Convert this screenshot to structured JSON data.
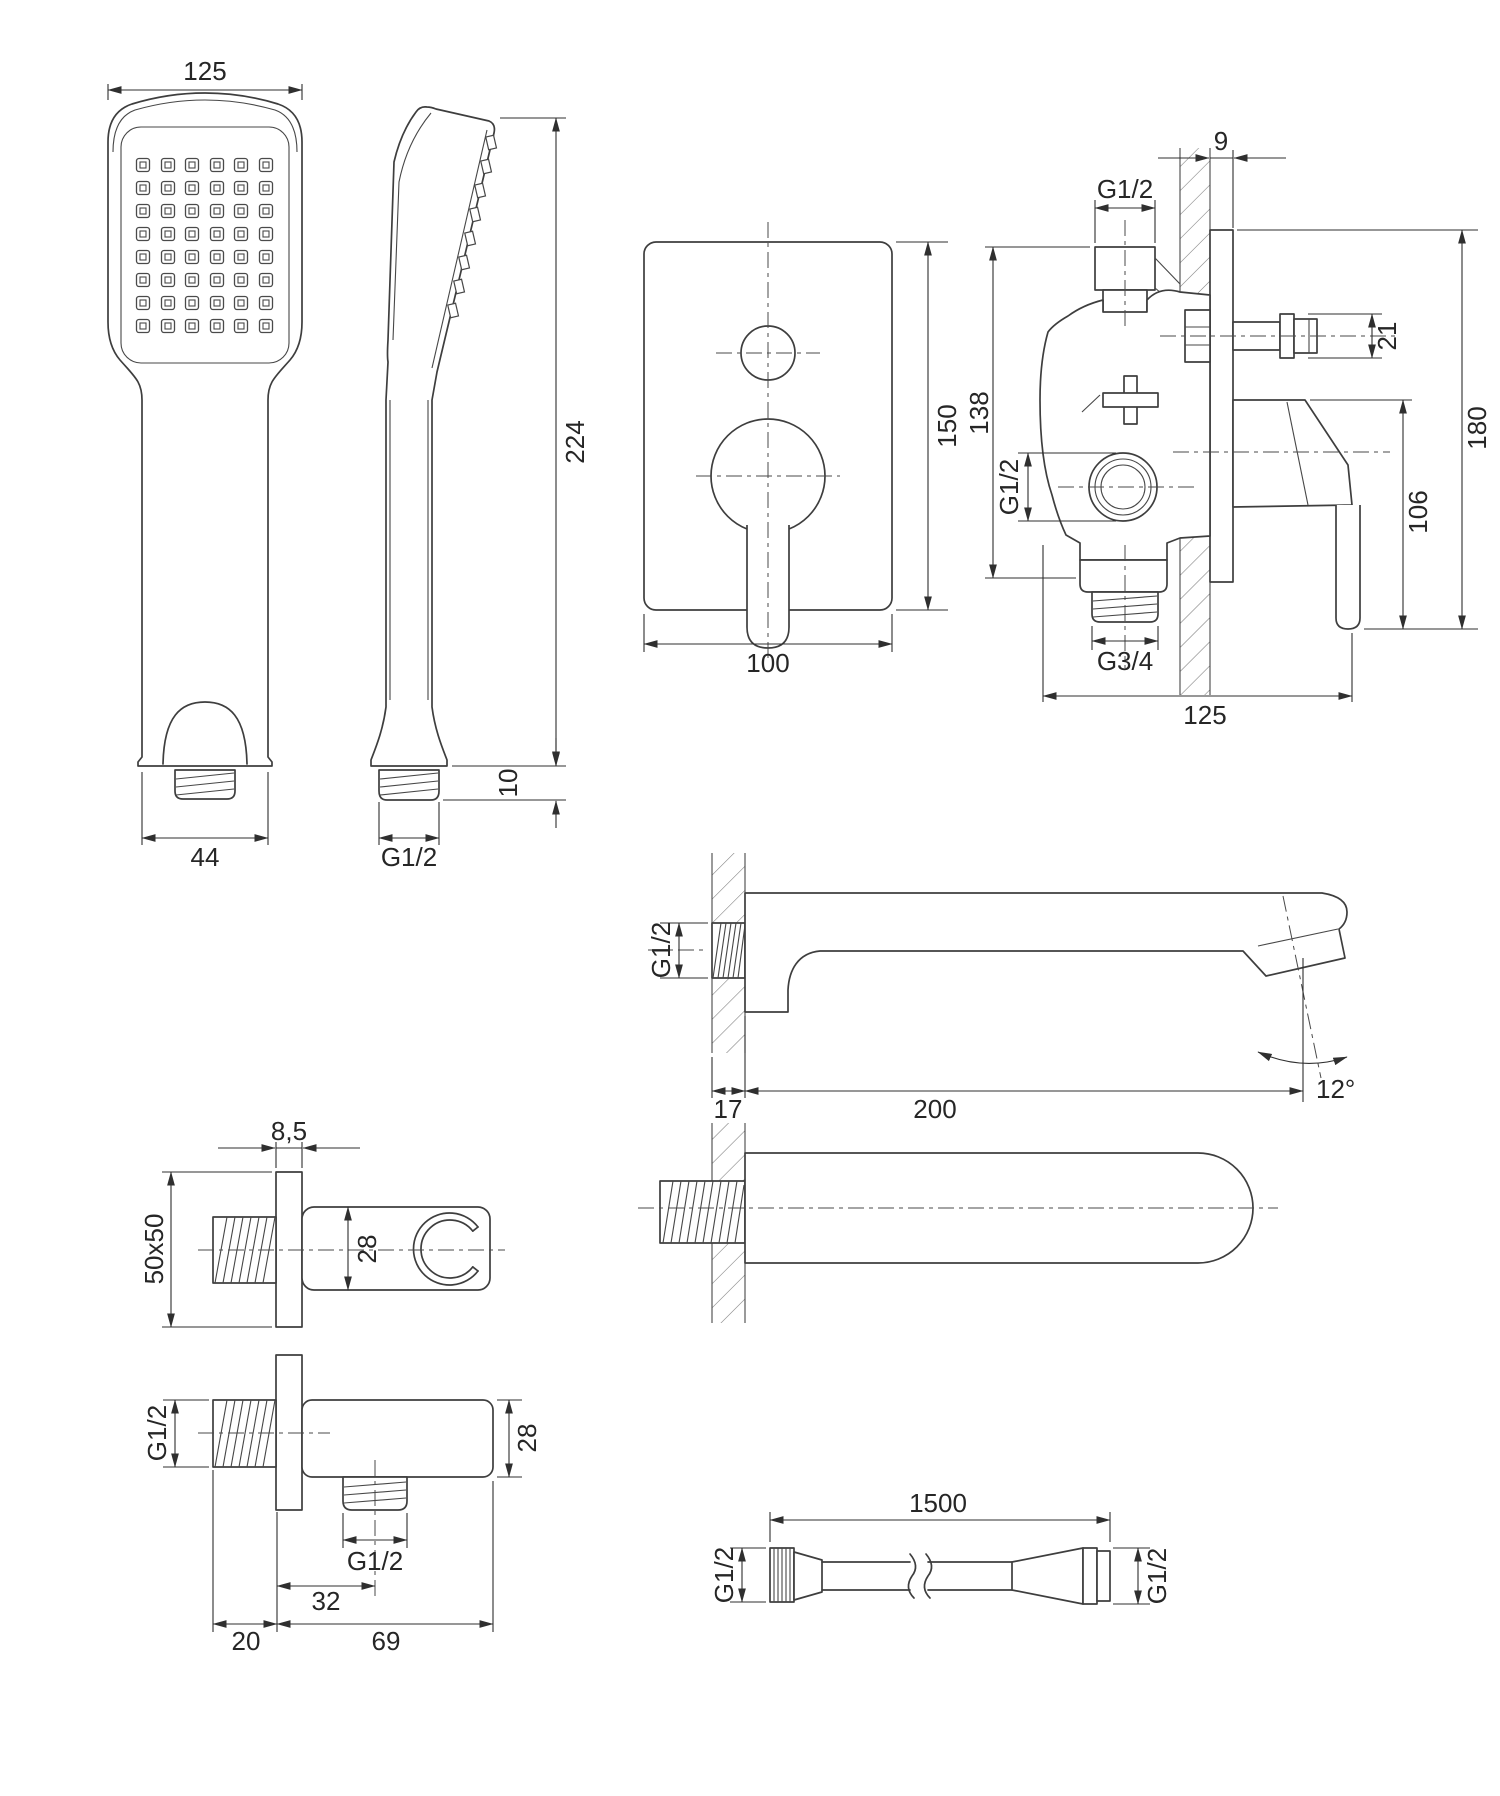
{
  "drawing": {
    "type": "technical-dimension-drawing",
    "subject": "bath-shower mixer set: hand shower, concealed mixer, wall spout, shower holder, wall elbow, shower hose",
    "colors": {
      "background": "#ffffff",
      "line": "#3e3e3e",
      "text": "#262626"
    },
    "views": {
      "hand_shower_front": {
        "dims": {
          "head_width": "125",
          "handle_width": "44"
        }
      },
      "hand_shower_side": {
        "dims": {
          "total_height": "224",
          "thread_height": "10",
          "thread": "G1/2"
        }
      },
      "mixer_front": {
        "dims": {
          "plate_height": "150",
          "plate_width": "100"
        }
      },
      "mixer_side": {
        "dims": {
          "plate_thickness": "9",
          "inlet_thread": "G1/2",
          "body_height": "138",
          "pin_diameter": "21",
          "total_height": "180",
          "handle_length": "106",
          "port_thread": "G1/2",
          "outlet_thread": "G3/4",
          "depth": "125"
        }
      },
      "spout_side": {
        "dims": {
          "wall_thread": "G1/2",
          "wall_thickness": "17",
          "length": "200",
          "outlet_angle": "12°"
        }
      },
      "wall_holder": {
        "dims": {
          "plate_thickness": "8,5",
          "plate_size": "50x50",
          "body_height": "28"
        }
      },
      "wall_elbow": {
        "dims": {
          "inlet_thread": "G1/2",
          "body_height": "28",
          "outlet_thread": "G1/2",
          "outlet_offset": "32",
          "thread_length": "20",
          "body_length": "69"
        }
      },
      "hose": {
        "dims": {
          "length": "1500",
          "connector_left": "G1/2",
          "connector_right": "G1/2"
        }
      }
    }
  }
}
